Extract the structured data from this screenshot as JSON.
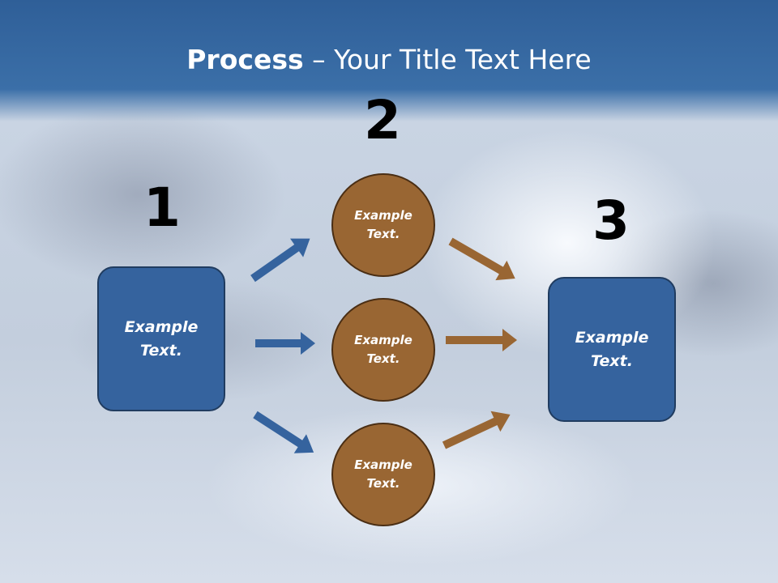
{
  "title": {
    "bold_part": "Process",
    "rest_part": " – Your Title Text Here"
  },
  "steps": {
    "one": "1",
    "two": "2",
    "three": "3"
  },
  "box_left": {
    "line1": "Example",
    "line2": "Text."
  },
  "box_right": {
    "line1": "Example",
    "line2": "Text."
  },
  "circles": [
    {
      "line1": "Example",
      "line2": "Text."
    },
    {
      "line1": "Example",
      "line2": "Text."
    },
    {
      "line1": "Example",
      "line2": "Text."
    }
  ],
  "colors": {
    "blue": "#35639e",
    "brown": "#996633",
    "title_band": "#3b6fa8"
  }
}
